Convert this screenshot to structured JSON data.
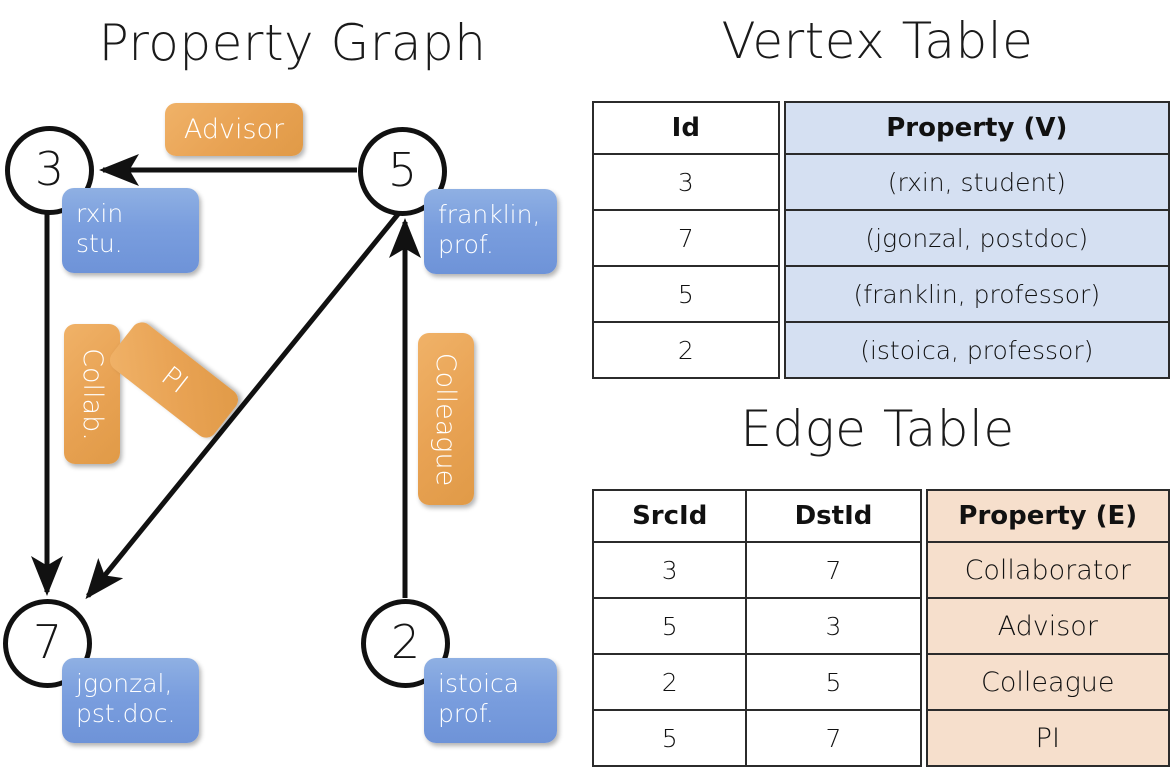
{
  "titles": {
    "graph": "Property Graph",
    "vertex_table": "Vertex Table",
    "edge_table": "Edge Table"
  },
  "graph": {
    "nodes": [
      {
        "id": "3",
        "property_label": "rxin\nstu."
      },
      {
        "id": "5",
        "property_label": "franklin,\nprof."
      },
      {
        "id": "7",
        "property_label": "jgonzal,\npst.doc."
      },
      {
        "id": "2",
        "property_label": "istoica\nprof."
      }
    ],
    "node_ids": {
      "n3": "3",
      "n5": "5",
      "n7": "7",
      "n2": "2"
    },
    "node_props": {
      "n3_line1": "rxin",
      "n3_line2": "stu.",
      "n5_line1": "franklin,",
      "n5_line2": "prof.",
      "n7_line1": "jgonzal,",
      "n7_line2": "pst.doc.",
      "n2_line1": "istoica",
      "n2_line2": "prof."
    },
    "edge_labels": {
      "advisor": "Advisor",
      "collab": "Collab.",
      "pi": "PI",
      "colleague": "Colleague"
    },
    "edges": [
      {
        "from": "5",
        "to": "3",
        "label": "Advisor"
      },
      {
        "from": "3",
        "to": "7",
        "label": "Collab."
      },
      {
        "from": "5",
        "to": "7",
        "label": "PI"
      },
      {
        "from": "2",
        "to": "5",
        "label": "Colleague"
      }
    ]
  },
  "vertex_table": {
    "headers": [
      "Id",
      "Property (V)"
    ],
    "rows": [
      {
        "id": "3",
        "property": "(rxin, student)"
      },
      {
        "id": "7",
        "property": "(jgonzal, postdoc)"
      },
      {
        "id": "5",
        "property": "(franklin, professor)"
      },
      {
        "id": "2",
        "property": "(istoica, professor)"
      }
    ]
  },
  "edge_table": {
    "headers": [
      "SrcId",
      "DstId",
      "Property (E)"
    ],
    "rows": [
      {
        "src": "3",
        "dst": "7",
        "property": "Collaborator"
      },
      {
        "src": "5",
        "dst": "3",
        "property": "Advisor"
      },
      {
        "src": "2",
        "dst": "5",
        "property": "Colleague"
      },
      {
        "src": "5",
        "dst": "7",
        "property": "PI"
      }
    ]
  },
  "colors": {
    "vertex_property_fill": "#d5e0f2",
    "edge_property_fill": "#f6dfcc",
    "vertex_node_label": "#7a9ede",
    "edge_node_label": "#e8a253",
    "stroke": "#111111",
    "background": "#ffffff"
  }
}
